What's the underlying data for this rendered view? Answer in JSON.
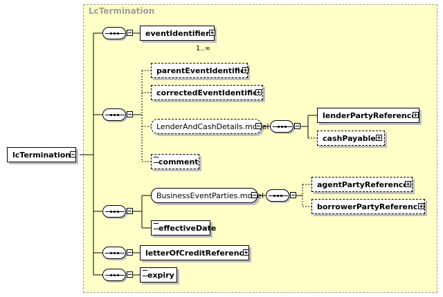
{
  "diagram": {
    "root": "lcTermination",
    "group_title": "LcTermination",
    "nodes": {
      "eventIdentifier": "eventIdentifier",
      "eventIdentifier_card": "1..∞",
      "parentEventIdentifier": "parentEventIdentifier",
      "correctedEventIdentifier": "correctedEventIdentifier",
      "lenderAndCashDetails": "LenderAndCashDetails.model",
      "lenderPartyReference": "lenderPartyReference",
      "cashPayable": "cashPayable",
      "comment": "comment",
      "businessEventParties": "BusinessEventParties.model",
      "agentPartyReference": "agentPartyReference",
      "borrowerPartyReference": "borrowerPartyReference",
      "effectiveDate": "effectiveDate",
      "letterOfCreditReference": "letterOfCreditReference",
      "expiry": "expiry"
    }
  }
}
